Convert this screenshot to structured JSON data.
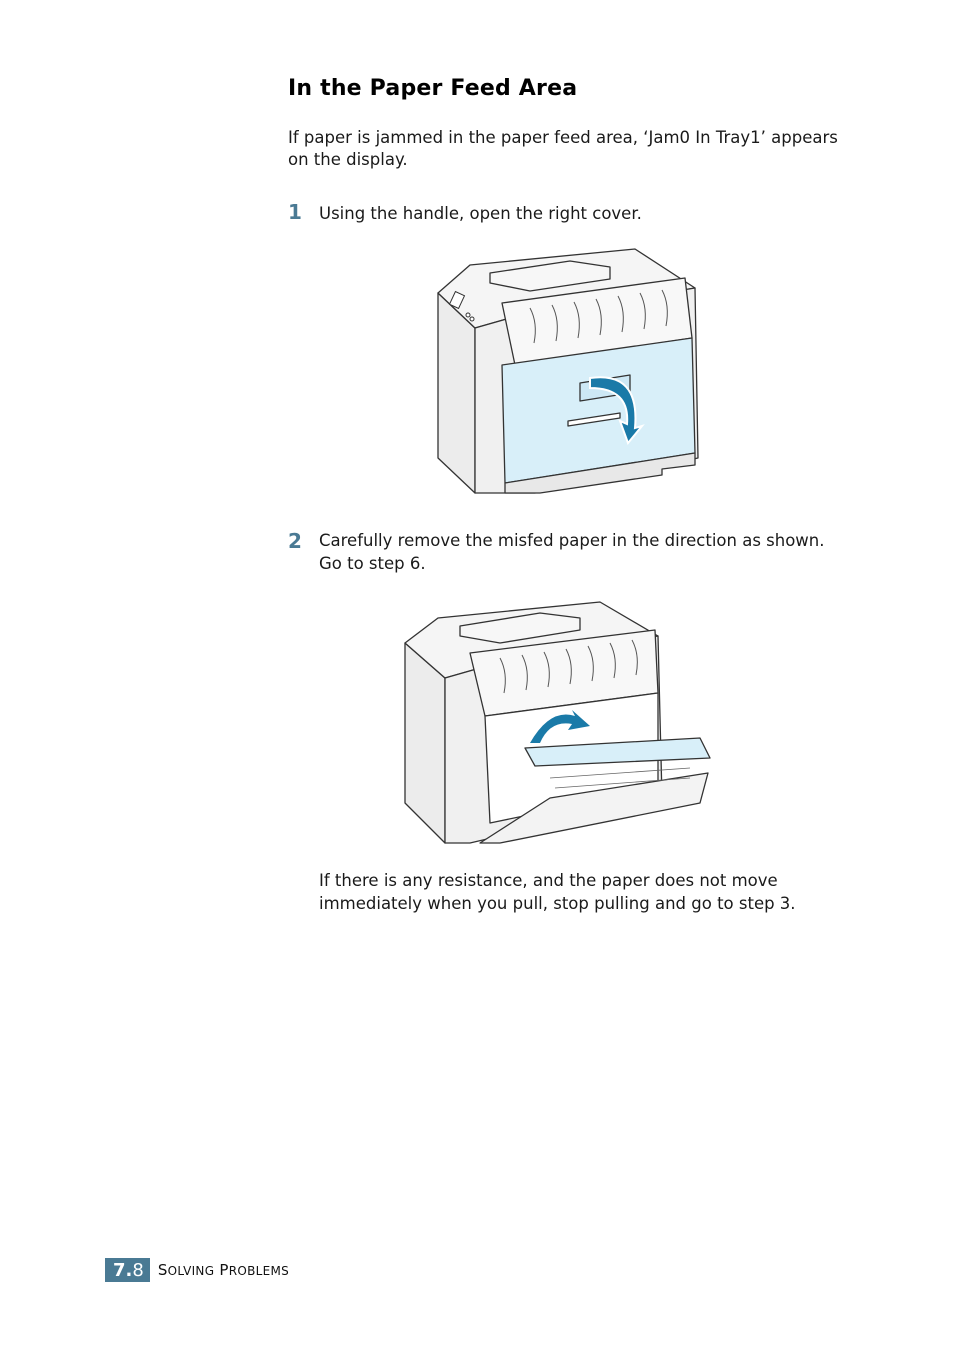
{
  "section": {
    "title": "In the Paper Feed Area",
    "intro": "If paper is jammed in the paper feed area, ‘Jam0 In Tray1’ appears on the display."
  },
  "steps": [
    {
      "number": "1",
      "text": "Using the handle, open the right cover.",
      "figure": "printer-right-cover-closed-with-down-arrow"
    },
    {
      "number": "2",
      "text": "Carefully remove the misfed paper in the direction as shown. Go to step 6.",
      "figure": "printer-right-cover-open-paper-removal",
      "note": "If there is any resistance, and the paper does not move immediately when you pull, stop pulling and go to step 3."
    }
  ],
  "footer": {
    "chapter": "7.",
    "page": "8",
    "title_first_S": "S",
    "title_first_rest": "OLVING",
    "title_second_P": "P",
    "title_second_rest": "ROBLEMS"
  },
  "colors": {
    "accent": "#4a7a94",
    "highlight_blue": "#d8eff9",
    "arrow_blue": "#1a7aa8"
  }
}
